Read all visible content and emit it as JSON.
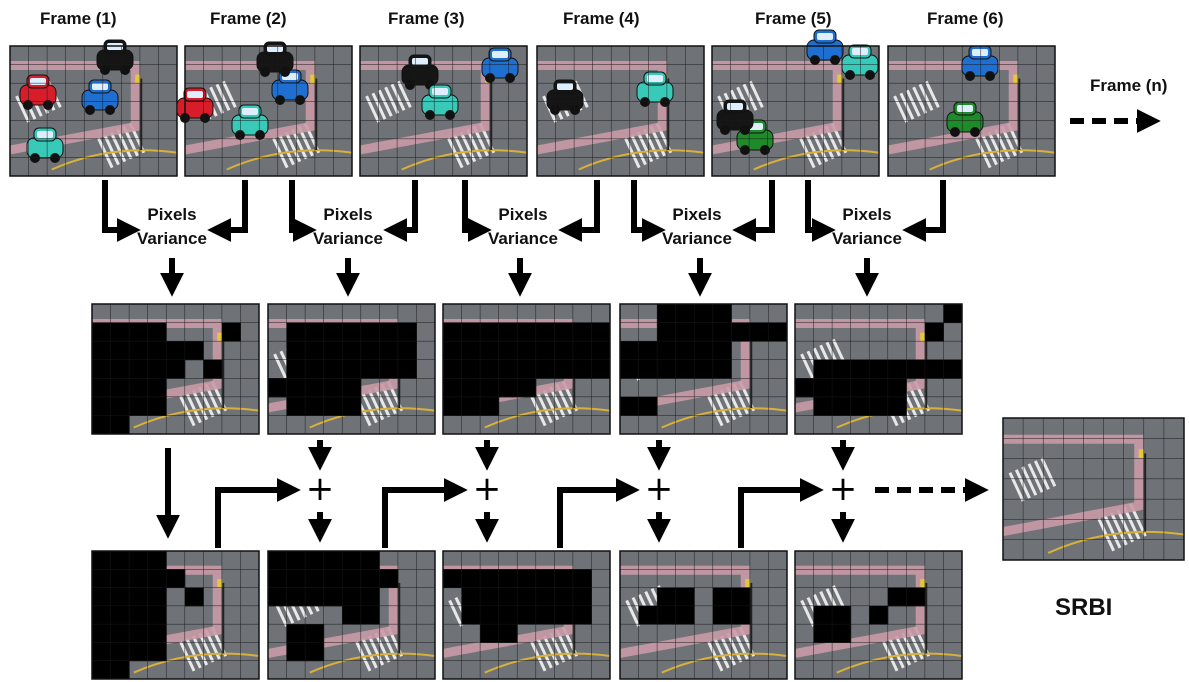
{
  "frames": [
    {
      "label": "Frame (1)"
    },
    {
      "label": "Frame (2)"
    },
    {
      "label": "Frame (3)"
    },
    {
      "label": "Frame (4)"
    },
    {
      "label": "Frame (5)"
    },
    {
      "label": "Frame (6)"
    }
  ],
  "frame_n_label": "Frame (n)",
  "pixels_variance": [
    {
      "line1": "Pixels",
      "line2": "Variance"
    },
    {
      "line1": "Pixels",
      "line2": "Variance"
    },
    {
      "line1": "Pixels",
      "line2": "Variance"
    },
    {
      "line1": "Pixels",
      "line2": "Variance"
    },
    {
      "line1": "Pixels",
      "line2": "Variance"
    }
  ],
  "plus_symbol": "+",
  "output_label": "SRBI",
  "colors": {
    "road": "#6f7378",
    "crosswalk": "#e8e8e8",
    "path": "#c99aa6",
    "mask": "#000000",
    "grid": "#1a1a1a",
    "car_colors": [
      "#d81d2a",
      "#1f6fd1",
      "#38c9b9",
      "#151515",
      "#1f8a2a"
    ]
  }
}
